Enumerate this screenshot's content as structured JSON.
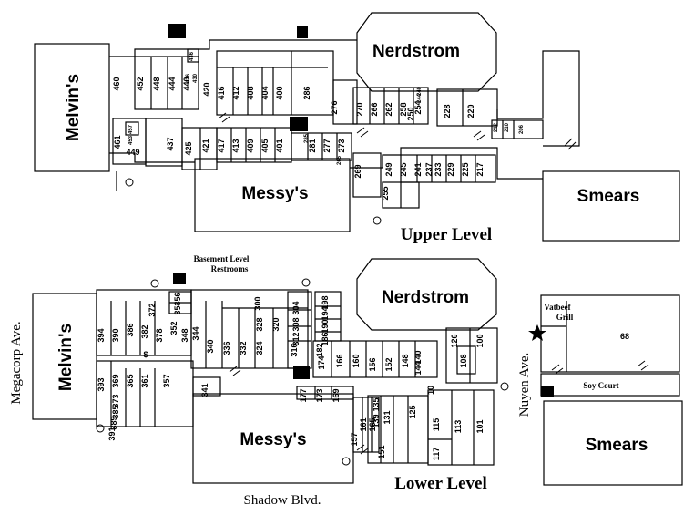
{
  "map": {
    "upper_level": {
      "label": "Upper Level",
      "anchors": {
        "left": "Melvin's",
        "top": "Nerdstrom",
        "center": "Messy's",
        "right": "Smears"
      },
      "units_vertical": [
        "460",
        "452",
        "448",
        "444",
        "440",
        "420",
        "416",
        "412",
        "408",
        "404",
        "400",
        "286",
        "276",
        "270",
        "266",
        "262",
        "258",
        "254",
        "250",
        "228",
        "220",
        "437",
        "425",
        "421",
        "417",
        "413",
        "409",
        "405",
        "401",
        "281",
        "277",
        "273",
        "269",
        "255",
        "249",
        "245",
        "241",
        "237",
        "233",
        "229",
        "225",
        "217",
        "461"
      ],
      "units_small": {
        "u436": "436",
        "u426": "426",
        "u430": "430",
        "u457": "457",
        "u453": "453",
        "u285": "285",
        "u265": "265",
        "u240": "240",
        "u244": "244",
        "u212": "212",
        "u210": "210",
        "u206": "206"
      },
      "unit_449": "449"
    },
    "lower_level": {
      "label": "Lower Level",
      "anchors": {
        "left": "Melvin's",
        "top": "Nerdstrom",
        "center": "Messy's",
        "right": "Smears"
      },
      "basement_note_1": "Basement Level",
      "basement_note_2": "Restrooms",
      "units": [
        "394",
        "390",
        "386",
        "382",
        "372",
        "378",
        "356",
        "354",
        "348",
        "352",
        "344",
        "340",
        "336",
        "332",
        "328",
        "324",
        "320",
        "300",
        "304",
        "308",
        "312",
        "316",
        "198",
        "194",
        "190",
        "186",
        "182",
        "174",
        "166",
        "160",
        "156",
        "152",
        "148",
        "140",
        "144",
        "126",
        "100",
        "108",
        "393",
        "369",
        "365",
        "361",
        "357",
        "341",
        "373",
        "385",
        "389",
        "391",
        "177",
        "173",
        "169",
        "157",
        "161",
        "165",
        "151",
        "135",
        "139",
        "131",
        "125",
        "115",
        "117",
        "113",
        "101",
        "10"
      ],
      "food_court_tenant_1": "Vatbeef",
      "food_court_tenant_2": "Grill",
      "food_court_unit": "68",
      "soy_court": "Soy Court",
      "money_symbol": "$"
    },
    "streets": {
      "west": "Megacorp Ave.",
      "south": "Shadow Blvd.",
      "east": "Nuyen Ave."
    }
  }
}
